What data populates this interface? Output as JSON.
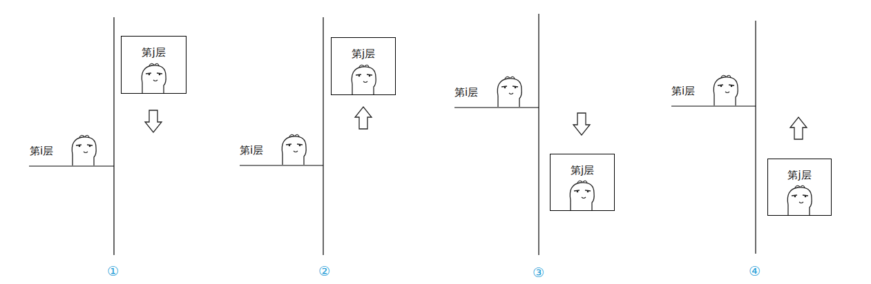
{
  "diagram": {
    "nodes": [
      {
        "text": [
          "第j层"
        ]
      },
      {
        "text": [
          "第j层"
        ]
      },
      {
        "text": [
          "第j层"
        ]
      },
      {
        "text": [
          "第j层"
        ]
      }
    ],
    "labels": [
      "第i层",
      "①",
      "第i层",
      "②",
      "第i层",
      "③",
      "第i层",
      "④"
    ]
  }
}
